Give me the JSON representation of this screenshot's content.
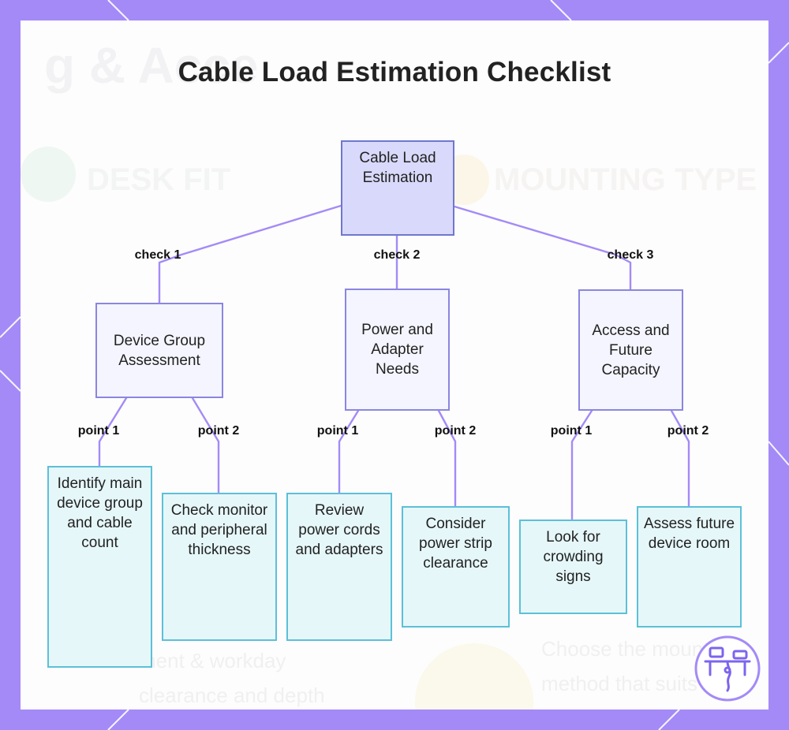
{
  "title": "Cable Load Estimation Checklist",
  "root": {
    "label": "Cable Load Estimation"
  },
  "checks": [
    {
      "edge_label": "check 1",
      "label": "Device Group Assessment",
      "points": [
        {
          "edge_label": "point 1",
          "label": "Identify main device group and cable count"
        },
        {
          "edge_label": "point 2",
          "label": "Check monitor and peripheral thickness"
        }
      ]
    },
    {
      "edge_label": "check 2",
      "label": "Power and Adapter Needs",
      "points": [
        {
          "edge_label": "point 1",
          "label": "Review power cords and adapters"
        },
        {
          "edge_label": "point 2",
          "label": "Consider power strip clearance"
        }
      ]
    },
    {
      "edge_label": "check 3",
      "label": "Access and Future Capacity",
      "points": [
        {
          "edge_label": "point 1",
          "label": "Look for crowding signs"
        },
        {
          "edge_label": "point 2",
          "label": "Assess future device room"
        }
      ]
    }
  ],
  "colors": {
    "frame": "#a48af7",
    "edge": "#a48af7",
    "root_fill": "#d9d9fb",
    "root_border": "#6f78cc",
    "mid_fill": "#f4f5fe",
    "mid_border": "#8b86e0",
    "leaf_fill": "#e6f7fa",
    "leaf_border": "#5cc0d8"
  },
  "icons": {
    "logo": "desk-cable-logo-icon"
  }
}
